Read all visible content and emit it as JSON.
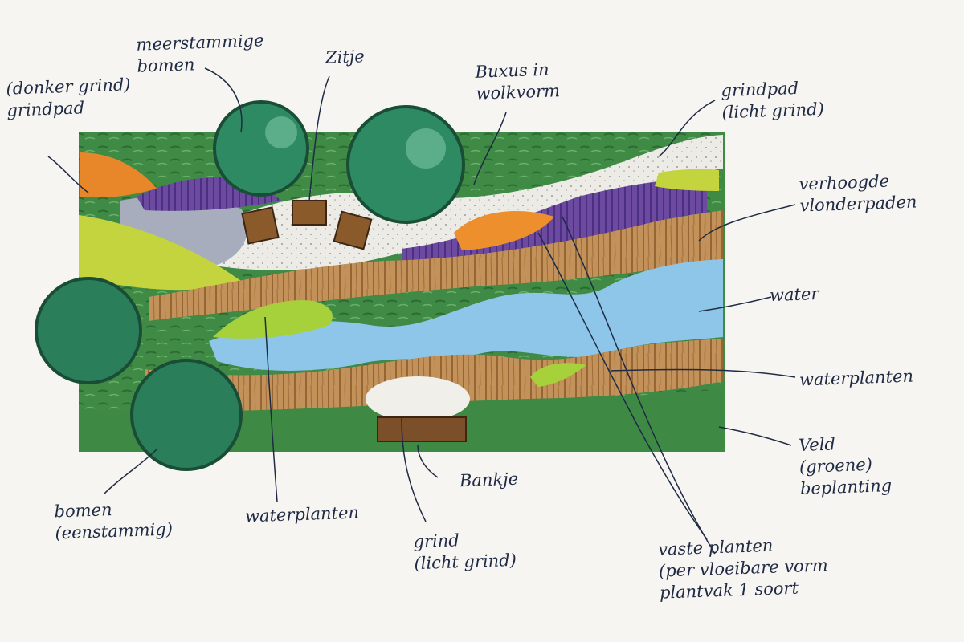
{
  "labels": {
    "grindpad_dark": [
      "(donker grind)",
      "grindpad"
    ],
    "meerstammige_bomen": [
      "meerstammige",
      "bomen"
    ],
    "zitje": [
      "Zitje"
    ],
    "buxus": [
      "Buxus in",
      "wolkvorm"
    ],
    "grindpad_light": [
      "grindpad",
      "(licht grind)"
    ],
    "vlonderpaden": [
      "verhoogde",
      "vlonderpaden"
    ],
    "water": [
      "water"
    ],
    "waterplanten_right": [
      "waterplanten"
    ],
    "veld": [
      "Veld",
      "(groene)",
      "beplanting"
    ],
    "vaste_planten": [
      "vaste planten",
      "(per vloeibare vorm",
      "plantvak 1 soort"
    ],
    "grind_light": [
      "grind",
      "(licht grind)"
    ],
    "bankje": [
      "Bankje"
    ],
    "waterplanten_left": [
      "waterplanten"
    ],
    "bomen": [
      "bomen",
      "(eenstammig)"
    ]
  },
  "colors": {
    "green": "#3f8a45",
    "dark_green": "#1f5f3e",
    "tree_fill": "#2e8a62",
    "wood": "#b8864f",
    "water": "#8ec6ea",
    "purple": "#6b4aa0",
    "orange": "#e8872a",
    "lime": "#b9d13a",
    "gravel_light": "#e9e7e2",
    "gravel_dark": "#a7a9b3",
    "ink": "#1f2a44"
  }
}
